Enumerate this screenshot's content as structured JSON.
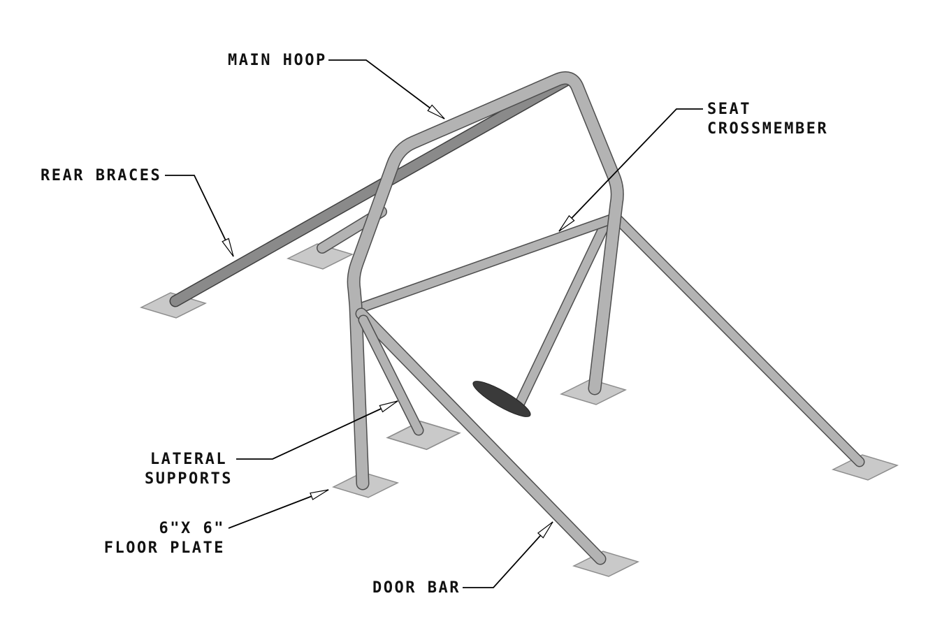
{
  "diagram": {
    "labels": {
      "main_hoop": "MAIN HOOP",
      "seat_crossmember_line1": "SEAT",
      "seat_crossmember_line2": "CROSSMEMBER",
      "rear_braces": "REAR BRACES",
      "lateral_supports_line1": "LATERAL",
      "lateral_supports_line2": "SUPPORTS",
      "floor_plate_line1": "6\"X 6\"",
      "floor_plate_line2": "FLOOR PLATE",
      "door_bar": "DOOR BAR"
    },
    "colors": {
      "background": "#ffffff",
      "tube_core": "#b3b3b3",
      "tube_edge": "#4e4e4e",
      "dark_tube_core": "#8a8a8a",
      "dark_tube_edge": "#3f3f3f",
      "tube_end_dark": "#3a3a3a",
      "plate_fill": "#c9c9c9",
      "plate_edge": "#8d8d8d",
      "line_color": "#000000",
      "text_color": "#111111"
    }
  }
}
